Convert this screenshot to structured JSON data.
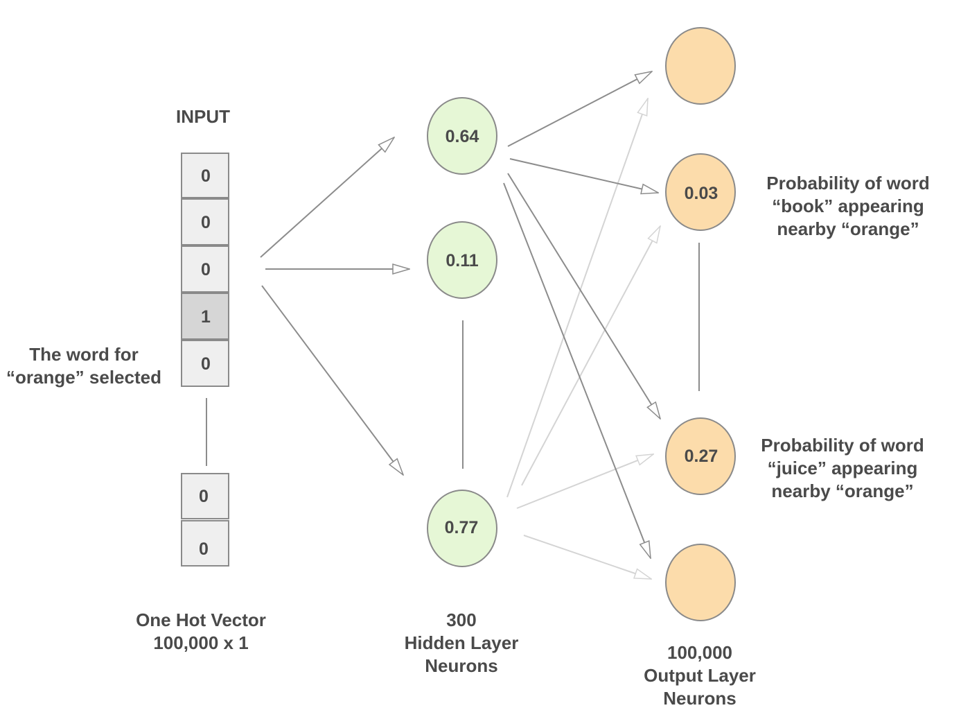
{
  "input": {
    "title": "INPUT",
    "cells": [
      "0",
      "0",
      "0",
      "1",
      "0"
    ],
    "tail_cells": [
      "0",
      "0"
    ],
    "selected_note": [
      "The word for",
      "“orange” selected"
    ],
    "caption": [
      "One Hot Vector",
      "100,000 x 1"
    ]
  },
  "hidden": {
    "neurons": [
      "0.64",
      "0.11",
      "0.77"
    ],
    "caption": [
      "300",
      "Hidden Layer",
      "Neurons"
    ]
  },
  "output": {
    "neurons": [
      "",
      "0.03",
      "0.27",
      ""
    ],
    "caption": [
      "100,000",
      "Output Layer",
      "Neurons"
    ]
  },
  "annotations": {
    "book": [
      "Probability of word",
      "“book” appearing",
      "nearby “orange”"
    ],
    "juice": [
      "Probability of word",
      "“juice” appearing",
      "nearby “orange”"
    ]
  },
  "colors": {
    "cell_fill": "#efefef",
    "cell_selected_fill": "#d6d6d6",
    "cell_stroke": "#8a8a8a",
    "hidden_fill": "#e6f7d6",
    "output_fill": "#fcdcab",
    "node_stroke": "#8a8a8a",
    "arrow_dark": "#8c8c8c",
    "arrow_light": "#d4d4d4",
    "text": "#4a4a4a"
  }
}
